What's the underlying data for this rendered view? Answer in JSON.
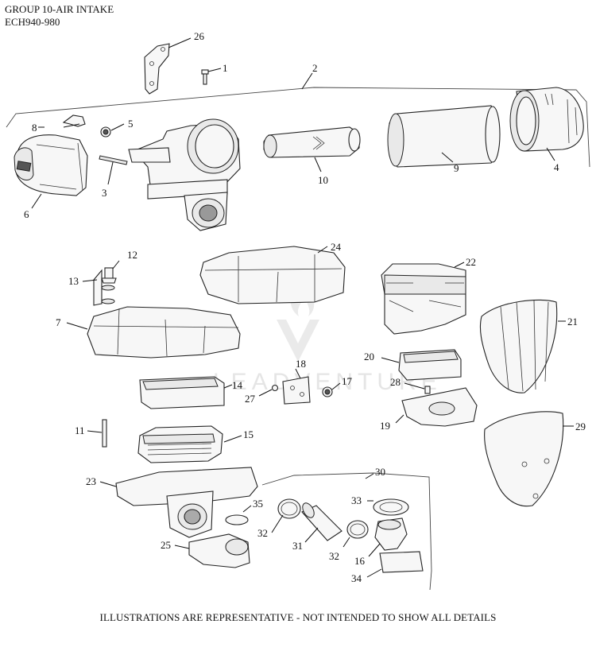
{
  "header": {
    "title": "GROUP 10-AIR INTAKE",
    "model": "ECH940-980"
  },
  "footer": {
    "note": "ILLUSTRATIONS ARE REPRESENTATIVE - NOT INTENDED TO SHOW ALL DETAILS"
  },
  "watermark": {
    "text": "LEADVENTURE"
  },
  "callouts": {
    "c1": "1",
    "c2": "2",
    "c3": "3",
    "c4": "4",
    "c5": "5",
    "c6": "6",
    "c7": "7",
    "c8": "8",
    "c9": "9",
    "c10": "10",
    "c11": "11",
    "c12": "12",
    "c13": "13",
    "c14": "14",
    "c15": "15",
    "c16": "16",
    "c17": "17",
    "c18": "18",
    "c19": "19",
    "c20": "20",
    "c21": "21",
    "c22": "22",
    "c23": "23",
    "c24": "24",
    "c25": "25",
    "c26": "26",
    "c27": "27",
    "c28": "28",
    "c29": "29",
    "c30": "30",
    "c31": "31",
    "c32a": "32",
    "c32b": "32",
    "c33": "33",
    "c34": "34",
    "c35": "35"
  }
}
